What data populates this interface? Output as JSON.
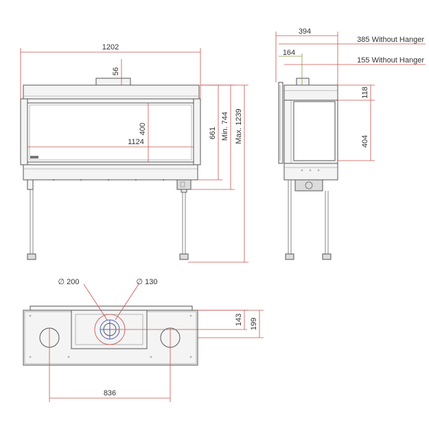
{
  "colors": {
    "dimension_line": "#c8504e",
    "dimension_line_alt": "#8a9a4a",
    "circle_axis": "#2d3da8",
    "outline": "#555555",
    "text": "#333333"
  },
  "front_view": {
    "overall_width": "1202",
    "flue_height": "56",
    "glass_height": "400",
    "glass_width": "1124",
    "height_661": "661",
    "min_height": "Min. 744",
    "max_height": "Max. 1239"
  },
  "side_view": {
    "depth": "394",
    "without_hanger_385": "385 Without Hanger",
    "offset": "164",
    "without_hanger_155": "155 Without Hanger",
    "top_height": "118",
    "glass_height": "404"
  },
  "top_view": {
    "diameter_outer": "∅ 200",
    "diameter_inner": "∅ 130",
    "offset_143": "143",
    "offset_199": "199",
    "spacing": "836"
  }
}
